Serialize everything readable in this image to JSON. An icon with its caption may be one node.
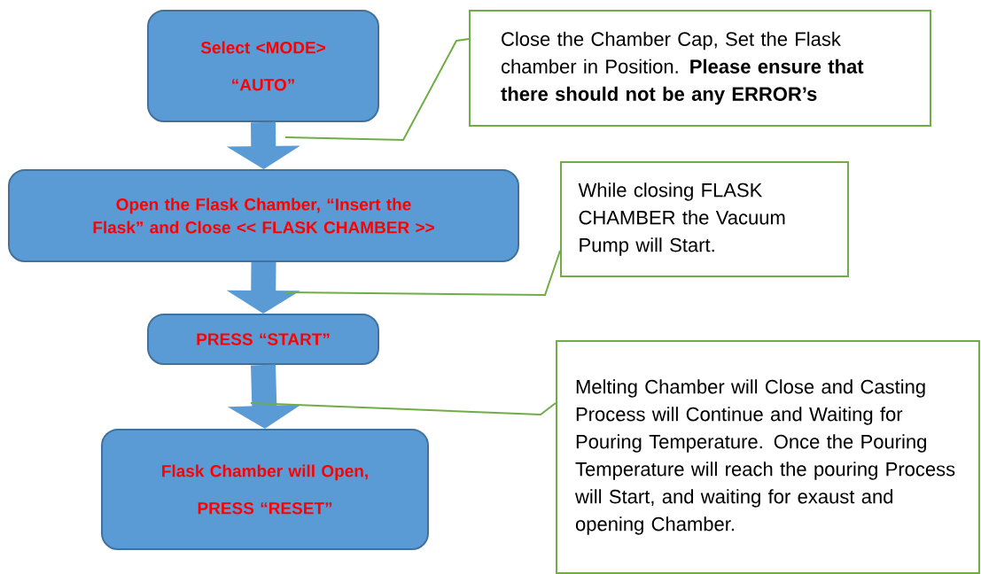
{
  "diagram": {
    "nodes": [
      {
        "text": [
          "Select <MODE>",
          "“AUTO”"
        ]
      },
      {
        "text": [
          "Open the Flask Chamber, “Insert the Flask” and Close << FLASK CHAMBER >>"
        ]
      },
      {
        "text": [
          "PRESS “START”"
        ]
      },
      {
        "text": [
          "Flask Chamber will Open,",
          "PRESS “RESET”"
        ]
      },
      {
        "text": [
          "Close the Chamber Cap, Set the Flask chamber in Position. **Please ensure that there should not be any ERROR’s**"
        ]
      },
      {
        "text": [
          "While closing FLASK CHAMBER the Vacuum Pump will Start."
        ]
      },
      {
        "text": [
          "Melting Chamber will Close and Casting Process will Continue and Waiting for Pouring Temperature. Once the Pouring Temperature will reach the pouring Process will Start, and waiting for exaust and opening Chamber."
        ]
      }
    ],
    "edges": [
      {
        "from": 0,
        "to": 1,
        "arrow": "to",
        "style": "thick"
      },
      {
        "from": 1,
        "to": 2,
        "arrow": "to",
        "style": "thick"
      },
      {
        "from": 2,
        "to": 3,
        "arrow": "to",
        "style": "thick"
      },
      {
        "from": 4,
        "to": null,
        "arrow": "none",
        "color": "#70ad47"
      },
      {
        "from": 5,
        "to": null,
        "arrow": "none",
        "color": "#70ad47"
      },
      {
        "from": 6,
        "to": null,
        "arrow": "none",
        "color": "#70ad47"
      }
    ]
  }
}
